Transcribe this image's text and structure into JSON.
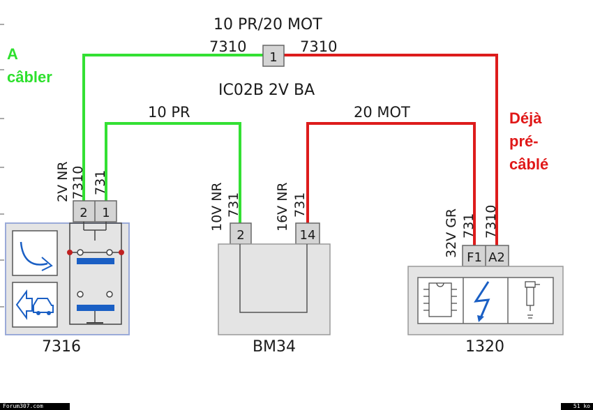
{
  "header": {
    "connector_title": "10 PR/20 MOT",
    "wire_left": "7310",
    "wire_right": "7310",
    "junction_pin": "1",
    "harness_label": "IC02B 2V BA"
  },
  "annotations": {
    "to_wire_line1": "A",
    "to_wire_line2": "câbler",
    "prewired_line1": "Déjà",
    "prewired_line2": "pré-",
    "prewired_line3": "câblé"
  },
  "segments": {
    "pr_label": "10 PR",
    "mot_label": "20 MOT"
  },
  "components": {
    "c7316": {
      "name": "7316",
      "connector": "2V NR",
      "wire_a": "7310",
      "wire_b": "731",
      "pin_a": "2",
      "pin_b": "1"
    },
    "bm34": {
      "name": "BM34",
      "conn1": "10V NR",
      "wire1": "731",
      "pin1": "2",
      "conn2": "16V NR",
      "wire2": "731",
      "pin2": "14"
    },
    "c1320": {
      "name": "1320",
      "connector": "32V GR",
      "wire_a": "731",
      "wire_b": "7310",
      "pin_a": "F1",
      "pin_b": "A2"
    }
  },
  "footer": {
    "site": "Forum307.com",
    "size": "51 ko"
  },
  "colors": {
    "green_wire": "#33e033",
    "red_wire": "#dd1c1c",
    "component_fill": "#e4e4e4",
    "blue_symbol": "#1a5fc4"
  }
}
